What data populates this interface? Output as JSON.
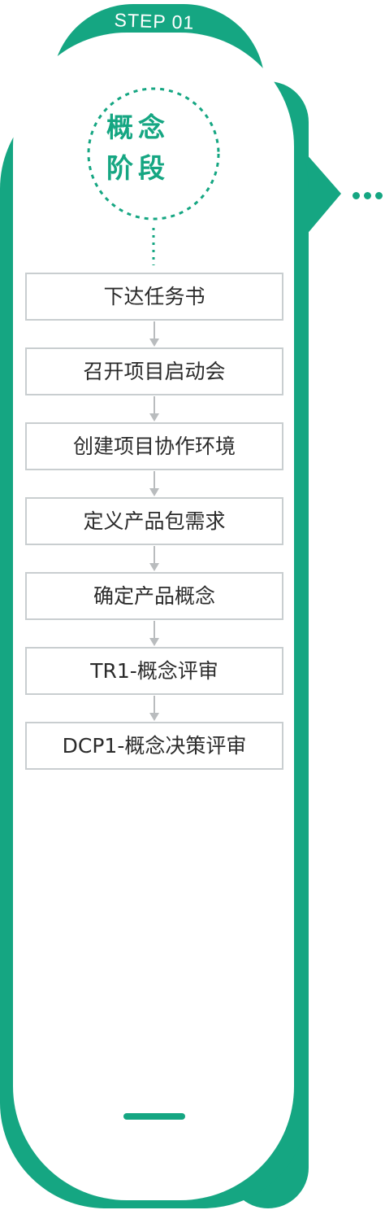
{
  "colors": {
    "accent": "#15a682",
    "box_border": "#c9ced0",
    "arrow": "#b9bcbe",
    "text": "#2b2b2b"
  },
  "stage": {
    "step_label": "STEP 01",
    "title_line1": "概念",
    "title_line2": "阶段"
  },
  "steps": [
    "下达任务书",
    "召开项目启动会",
    "创建项目协作环境",
    "定义产品包需求",
    "确定产品概念",
    "TR1-概念评审",
    "DCP1-概念决策评审"
  ]
}
